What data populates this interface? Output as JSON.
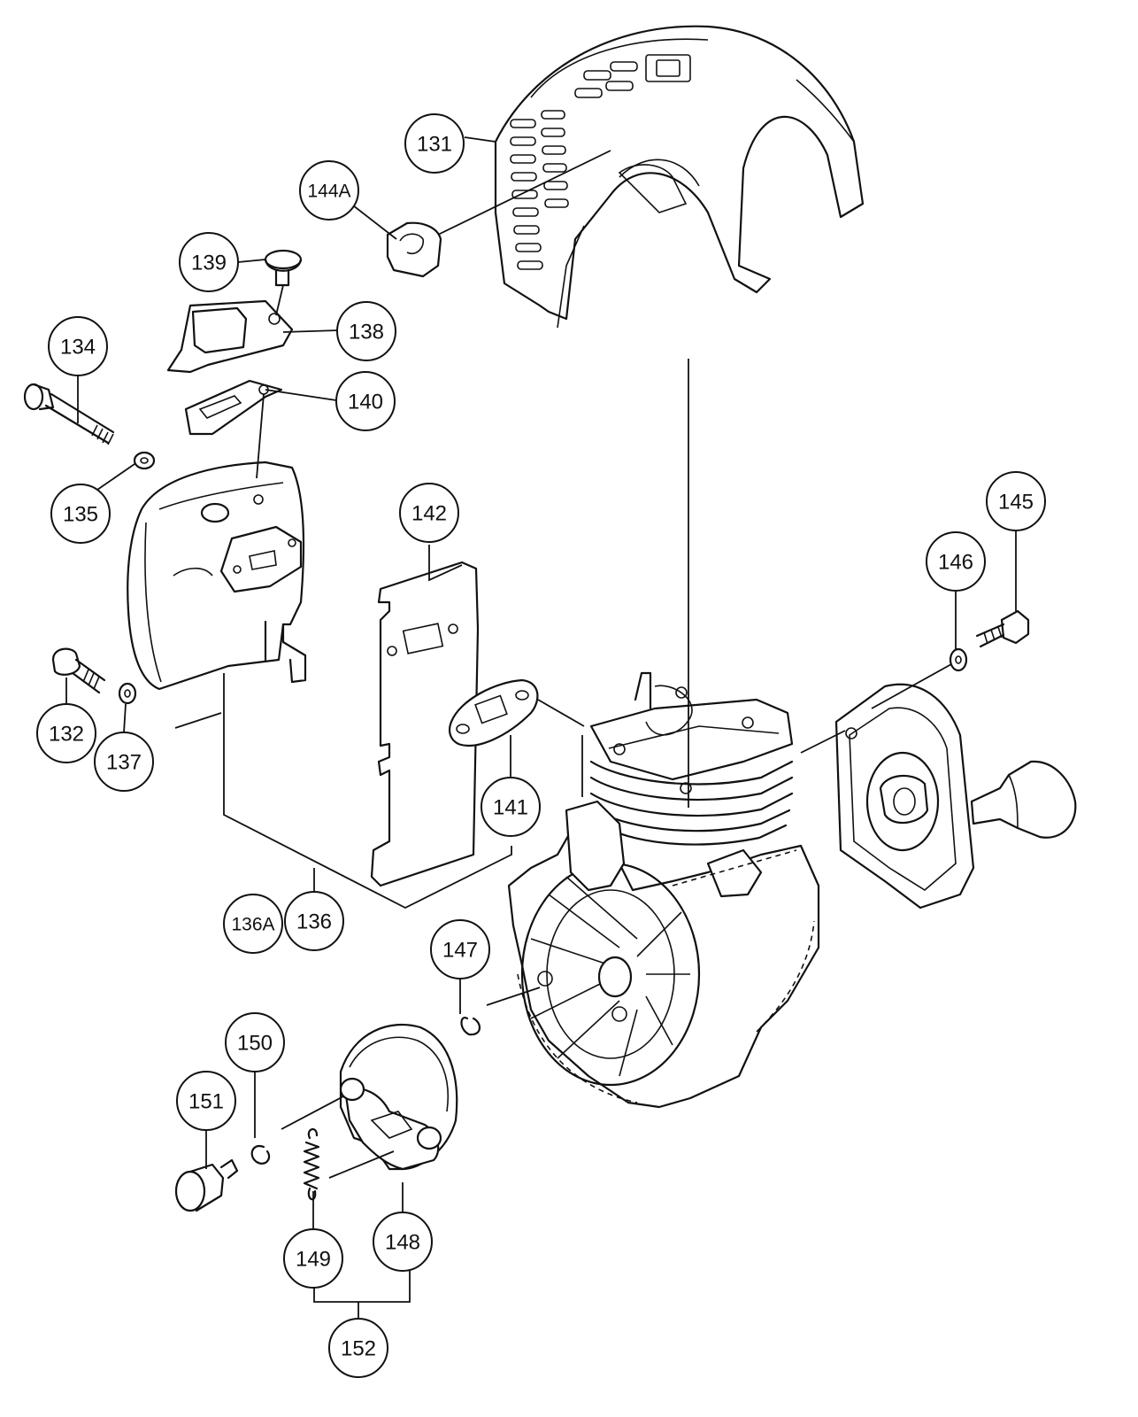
{
  "callouts": [
    {
      "id": "131",
      "label": "131"
    },
    {
      "id": "144A",
      "label": "144A"
    },
    {
      "id": "139",
      "label": "139"
    },
    {
      "id": "138",
      "label": "138"
    },
    {
      "id": "134",
      "label": "134"
    },
    {
      "id": "140",
      "label": "140"
    },
    {
      "id": "135",
      "label": "135"
    },
    {
      "id": "142",
      "label": "142"
    },
    {
      "id": "145",
      "label": "145"
    },
    {
      "id": "146",
      "label": "146"
    },
    {
      "id": "132",
      "label": "132"
    },
    {
      "id": "137",
      "label": "137"
    },
    {
      "id": "141",
      "label": "141"
    },
    {
      "id": "136A",
      "label": "136A"
    },
    {
      "id": "136",
      "label": "136"
    },
    {
      "id": "147",
      "label": "147"
    },
    {
      "id": "150",
      "label": "150"
    },
    {
      "id": "151",
      "label": "151"
    },
    {
      "id": "149",
      "label": "149"
    },
    {
      "id": "148",
      "label": "148"
    },
    {
      "id": "152",
      "label": "152"
    }
  ]
}
